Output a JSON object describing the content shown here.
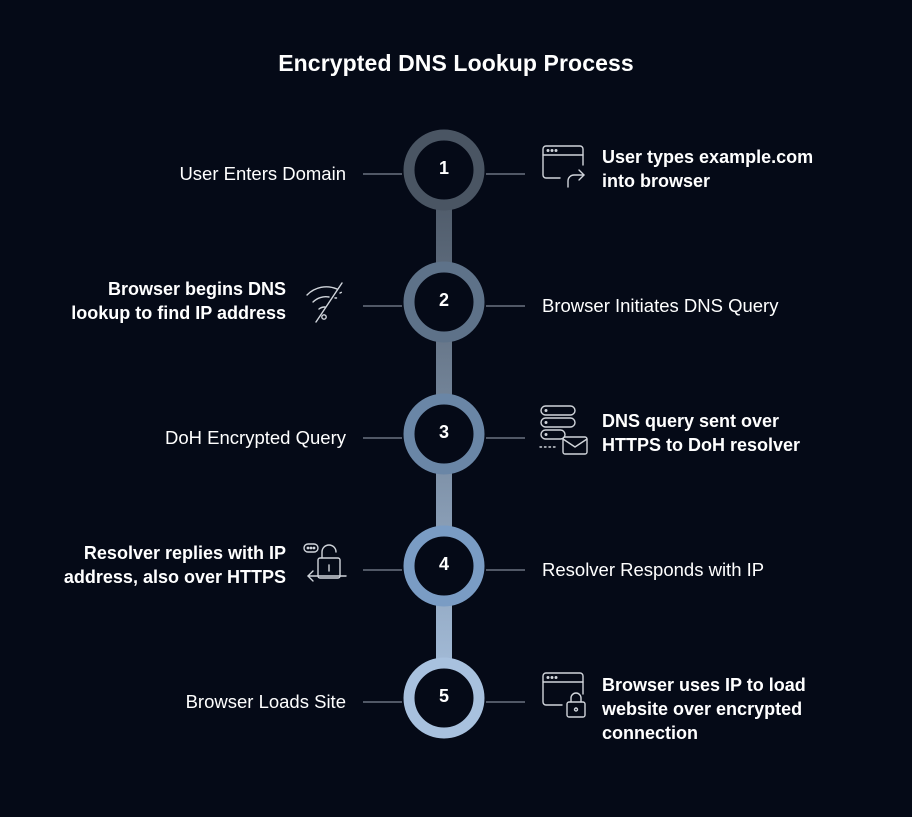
{
  "title": "Encrypted DNS Lookup Process",
  "steps": [
    {
      "number": "1",
      "label": "User Enters Domain",
      "desc_line1": "User types example.com",
      "desc_line2": "into browser",
      "desc_line3": "",
      "icon": "browser-window-arrow-icon",
      "ring_color": "#4a5563"
    },
    {
      "number": "2",
      "label": "Browser Initiates DNS Query",
      "desc_line1": "Browser begins DNS",
      "desc_line2": "lookup to find IP address",
      "desc_line3": "",
      "icon": "wifi-off-icon",
      "ring_color": "#5e7289"
    },
    {
      "number": "3",
      "label": "DoH Encrypted Query",
      "desc_line1": "DNS query sent over",
      "desc_line2": "HTTPS to DoH resolver",
      "desc_line3": "",
      "icon": "server-mail-icon",
      "ring_color": "#6a86a6"
    },
    {
      "number": "4",
      "label": "Resolver Responds with IP",
      "desc_line1": "Resolver replies with IP",
      "desc_line2": "address, also over HTTPS",
      "desc_line3": "",
      "icon": "unlock-return-icon",
      "ring_color": "#7a9cc4"
    },
    {
      "number": "5",
      "label": "Browser Loads Site",
      "desc_line1": "Browser uses IP to load",
      "desc_line2": "website over encrypted",
      "desc_line3": "connection",
      "icon": "browser-lock-icon",
      "ring_color": "#a8c1de"
    }
  ],
  "colors": {
    "background": "#050a17",
    "connector_line": "#6b7280",
    "spine_top": "#4a5563",
    "spine_bottom": "#a8c1de",
    "circle_fill": "#050a17"
  }
}
